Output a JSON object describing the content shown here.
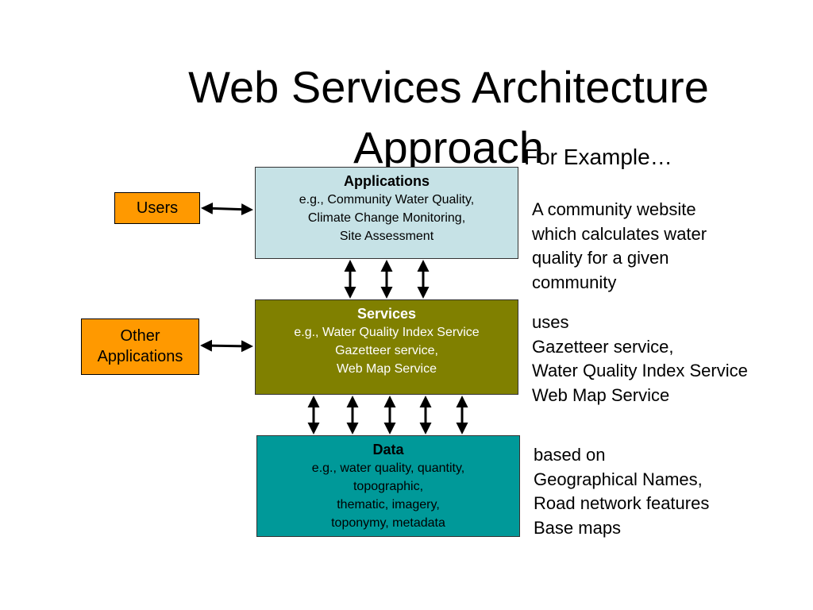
{
  "slide": {
    "title_line1": "Web Services Architecture",
    "title_line2": "Approach",
    "for_example": "For Example…"
  },
  "layers": {
    "applications": {
      "heading": "Applications",
      "lines": [
        "e.g., Community Water Quality,",
        "Climate Change Monitoring,",
        "Site Assessment"
      ],
      "color": "#c6e2e6"
    },
    "services": {
      "heading": "Services",
      "lines": [
        "e.g., Water Quality Index Service",
        "Gazetteer service,",
        "Web Map Service"
      ],
      "color": "#808000"
    },
    "data": {
      "heading": "Data",
      "lines": [
        "e.g., water quality, quantity,",
        "topographic,",
        "thematic, imagery,",
        "toponymy, metadata"
      ],
      "color": "#009999"
    }
  },
  "actors": {
    "users": "Users",
    "other_applications": [
      "Other",
      "Applications"
    ],
    "color": "#ff9900"
  },
  "examples": {
    "applications_note": [
      "A community website",
      "which calculates water",
      "quality for a given",
      "community"
    ],
    "services_note": [
      "uses",
      "Gazetteer service,",
      "Water Quality Index Service",
      "Web Map Service"
    ],
    "data_note": [
      "based on",
      "Geographical Names,",
      "Road network features",
      "Base maps"
    ]
  }
}
